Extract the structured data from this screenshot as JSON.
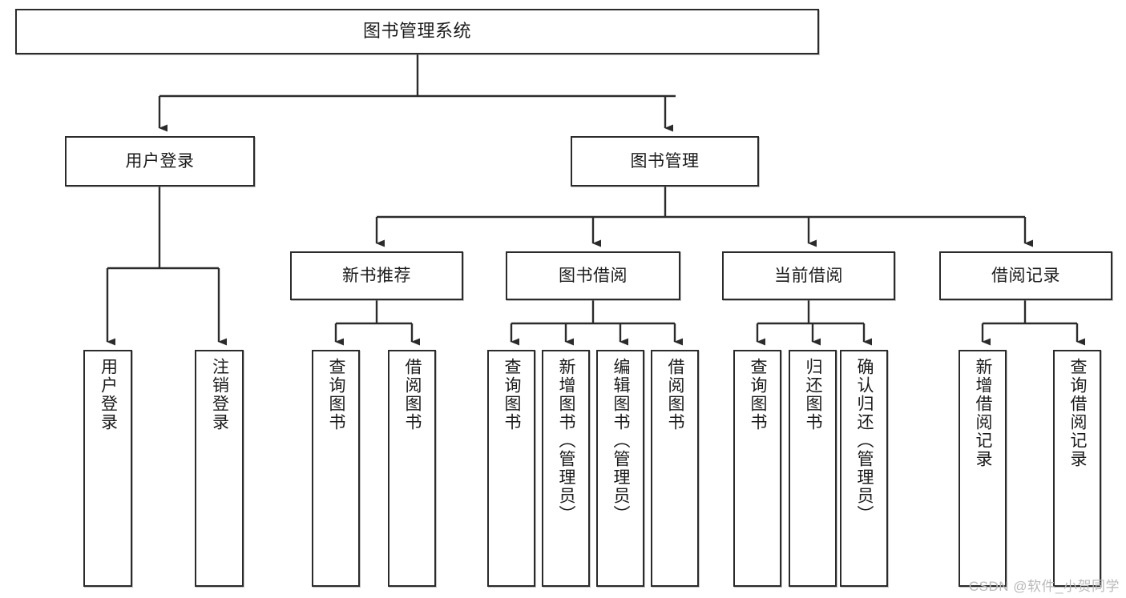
{
  "diagram": {
    "title": "图书管理系统",
    "watermark": "CSDN @软件_小贺同学",
    "line_color": "#2b2b2b",
    "box_fill": "#ffffff",
    "text_color": "#1b1b1b",
    "background": "#ffffff"
  },
  "nodes": {
    "root": {
      "label": "图书管理系统"
    },
    "level1": [
      {
        "id": "user-login",
        "label": "用户登录"
      },
      {
        "id": "book-management",
        "label": "图书管理"
      }
    ],
    "level2": [
      {
        "id": "new-book-recommend",
        "label": "新书推荐"
      },
      {
        "id": "book-borrow",
        "label": "图书借阅"
      },
      {
        "id": "current-borrow",
        "label": "当前借阅"
      },
      {
        "id": "borrow-record",
        "label": "借阅记录"
      }
    ],
    "leaves": {
      "user_login": [
        {
          "id": "leaf-user-login",
          "label": "用户登录"
        },
        {
          "id": "leaf-logout-login",
          "label": "注销登录"
        }
      ],
      "new_book_recommend": [
        {
          "id": "leaf-query-book-1",
          "label": "查询图书"
        },
        {
          "id": "leaf-borrow-book-1",
          "label": "借阅图书"
        }
      ],
      "book_borrow": [
        {
          "id": "leaf-query-book-2",
          "label": "查询图书"
        },
        {
          "id": "leaf-add-book",
          "label": "新增图书（管理员）"
        },
        {
          "id": "leaf-edit-book",
          "label": "编辑图书（管理员）"
        },
        {
          "id": "leaf-borrow-book-2",
          "label": "借阅图书"
        }
      ],
      "current_borrow": [
        {
          "id": "leaf-query-book-3",
          "label": "查询图书"
        },
        {
          "id": "leaf-return-book",
          "label": "归还图书"
        },
        {
          "id": "leaf-confirm-return",
          "label": "确认归还（管理员）"
        }
      ],
      "borrow_record": [
        {
          "id": "leaf-add-record",
          "label": "新增借阅记录"
        },
        {
          "id": "leaf-query-record",
          "label": "查询借阅记录"
        }
      ]
    }
  }
}
